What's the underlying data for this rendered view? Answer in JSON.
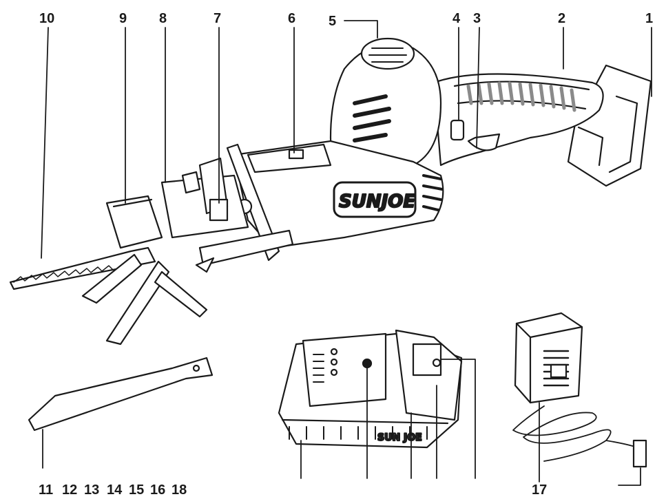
{
  "diagram": {
    "callout_numbers": {
      "n1": "1",
      "n2": "2",
      "n3": "3",
      "n4": "4",
      "n5": "5",
      "n6": "6",
      "n7": "7",
      "n8": "8",
      "n9": "9",
      "n10": "10",
      "n11": "11",
      "n12": "12",
      "n13": "13",
      "n14": "14",
      "n15": "15",
      "n16": "16",
      "n18": "18",
      "n17": "17"
    },
    "brand_saw": "SUNJOE",
    "brand_battery": "SUN JOE"
  },
  "colors": {
    "ink": "#1a1a1a",
    "grip": "#8a8a8a",
    "background": "#ffffff"
  },
  "icons": [
    "reciprocating-saw",
    "saw-blade",
    "battery-pack",
    "wall-charger"
  ]
}
